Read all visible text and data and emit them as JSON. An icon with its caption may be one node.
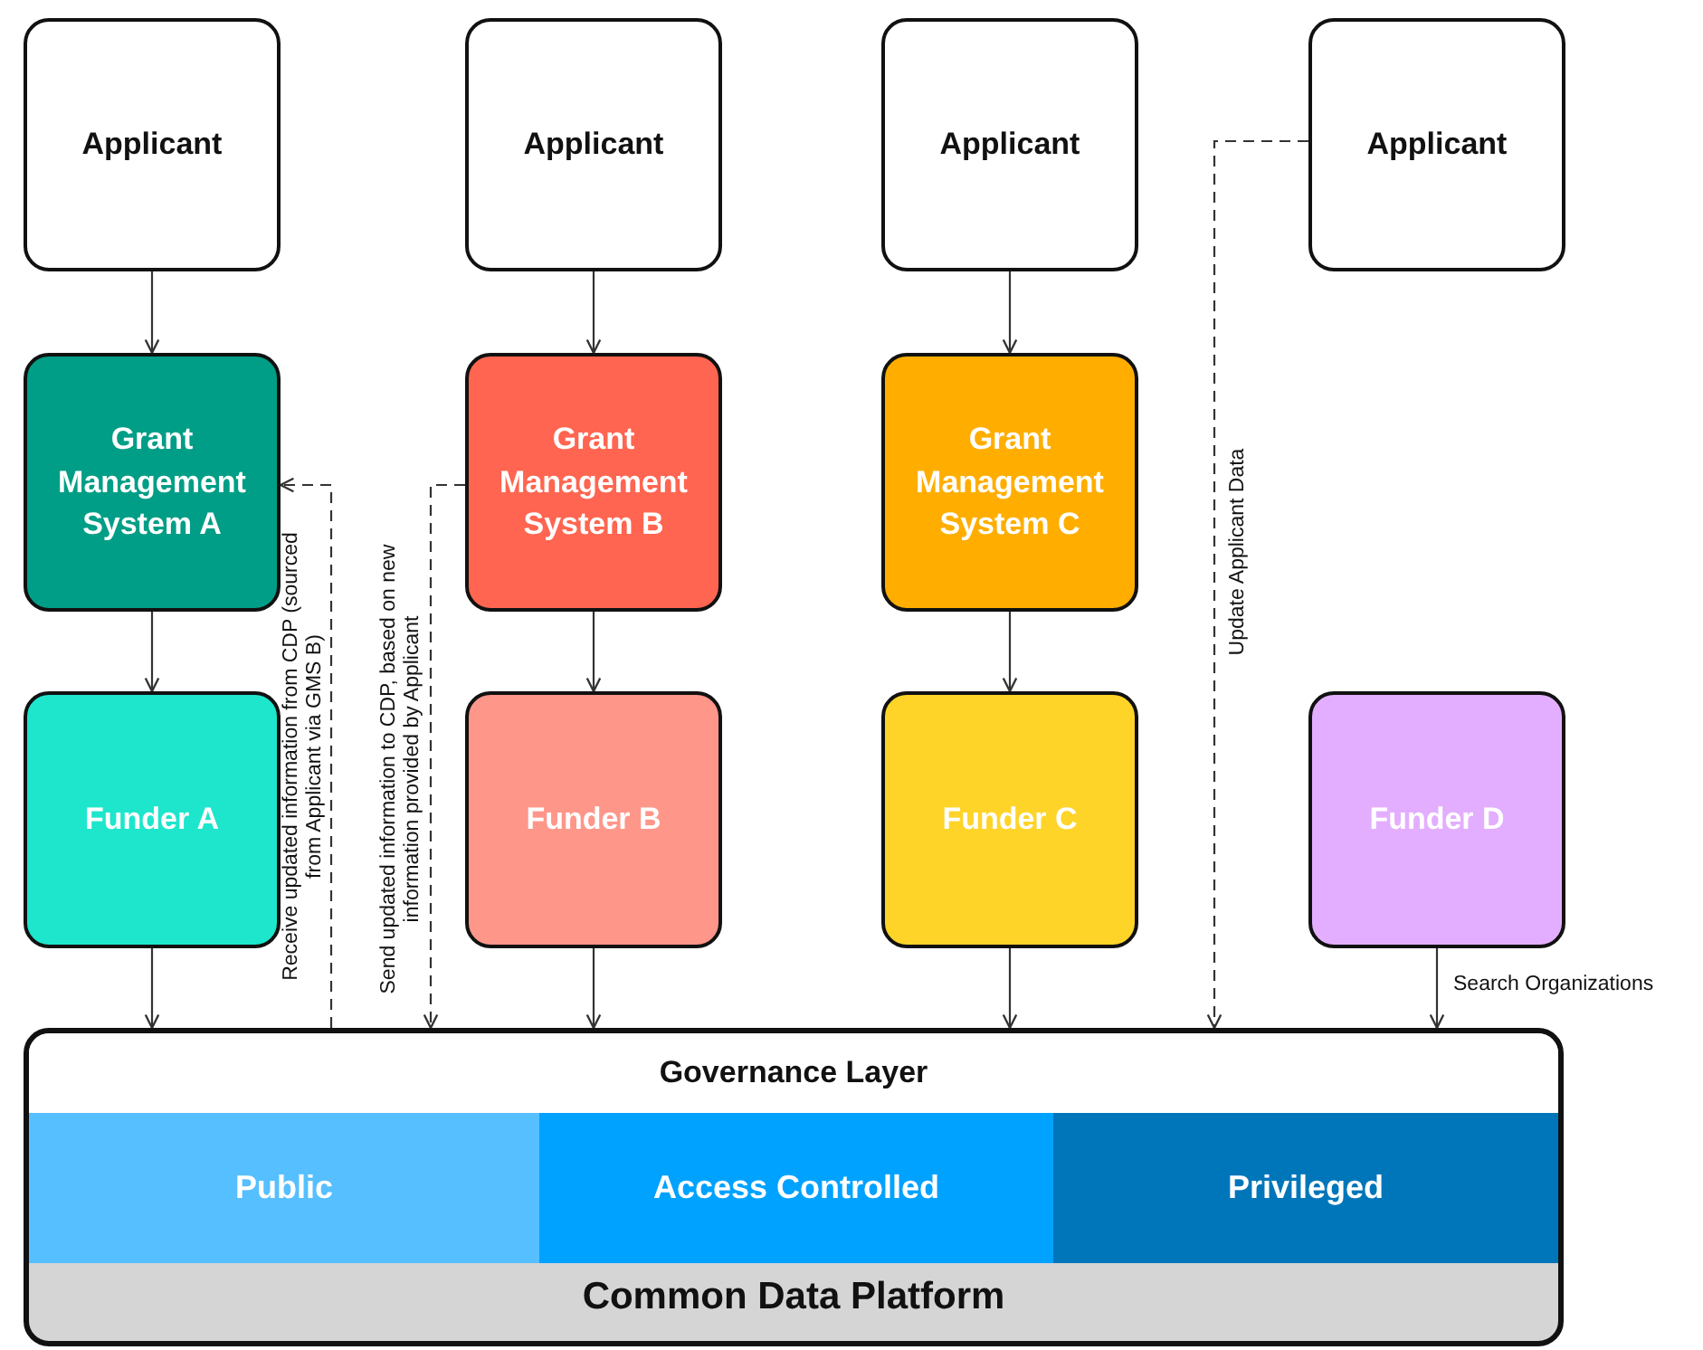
{
  "diagram": {
    "nodes": [
      {
        "text": [
          "Applicant"
        ]
      },
      {
        "text": [
          "Applicant"
        ]
      },
      {
        "text": [
          "Applicant"
        ]
      },
      {
        "text": [
          "Applicant"
        ]
      },
      {
        "text": [
          "Grant Management System A"
        ]
      },
      {
        "text": [
          "Grant Management System B"
        ]
      },
      {
        "text": [
          "Grant Management System C"
        ]
      },
      {
        "text": [
          "Funder A"
        ]
      },
      {
        "text": [
          "Funder B"
        ]
      },
      {
        "text": [
          "Funder C"
        ]
      },
      {
        "text": [
          "Funder D"
        ]
      },
      {
        "text": [
          "Governance Layer",
          "Common Data Platform"
        ]
      },
      {
        "text": [
          "Public"
        ],
        "in": 11
      },
      {
        "text": [
          "Access Controlled"
        ],
        "in": 11
      },
      {
        "text": [
          "Privileged"
        ],
        "in": 11
      }
    ],
    "edges": [
      {
        "from": 0,
        "to": 4,
        "arrow": "to"
      },
      {
        "from": 1,
        "to": 5,
        "arrow": "to"
      },
      {
        "from": 2,
        "to": 6,
        "arrow": "to"
      },
      {
        "from": 4,
        "to": 7,
        "arrow": "to"
      },
      {
        "from": 5,
        "to": 8,
        "arrow": "to"
      },
      {
        "from": 6,
        "to": 9,
        "arrow": "to"
      },
      {
        "from": 7,
        "to": 11,
        "arrow": "to"
      },
      {
        "from": 8,
        "to": 11,
        "arrow": "to"
      },
      {
        "from": 9,
        "to": 11,
        "arrow": "to"
      },
      {
        "from": 10,
        "to": 11,
        "arrow": "to",
        "label": "Search Organizations"
      },
      {
        "from": 11,
        "to": 4,
        "arrow": "to",
        "style": "dashed",
        "label": "Receive updated information from CDP (sourced from Applicant via GMS B)"
      },
      {
        "from": 5,
        "to": 11,
        "arrow": "to",
        "style": "dashed",
        "label": "Send updated information to CDP, based on new information provided by Applicant"
      },
      {
        "from": 3,
        "to": 11,
        "arrow": "to",
        "style": "dashed",
        "label": "Update Applicant Data"
      }
    ]
  }
}
